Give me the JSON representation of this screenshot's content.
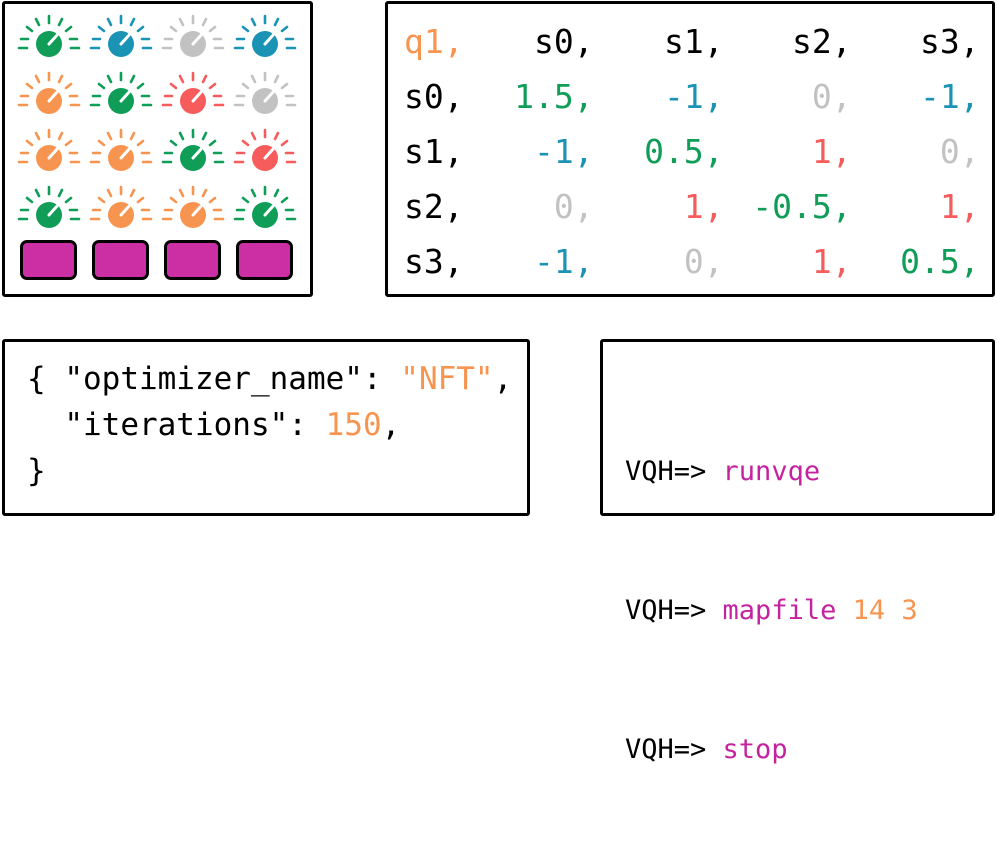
{
  "colors": {
    "green": "#0f9d58",
    "blue": "#1a93b5",
    "gray": "#c2c2c2",
    "orange": "#f7944f",
    "red": "#f65c5c",
    "magenta": "#c4239f",
    "pad": "#cc2ea4",
    "ink": "#000000"
  },
  "knobs": [
    [
      "green",
      "blue",
      "gray",
      "blue"
    ],
    [
      "orange",
      "green",
      "red",
      "gray"
    ],
    [
      "orange",
      "orange",
      "green",
      "red"
    ],
    [
      "green",
      "orange",
      "orange",
      "green"
    ]
  ],
  "pads": [
    "pad-1",
    "pad-2",
    "pad-3",
    "pad-4"
  ],
  "matrix": {
    "header": [
      "q1,",
      "s0,",
      "s1,",
      "s2,",
      "s3,"
    ],
    "rows": [
      {
        "label": "s0,",
        "cells": [
          {
            "v": "1.5,",
            "c": "green"
          },
          {
            "v": "-1,",
            "c": "blue"
          },
          {
            "v": "0,",
            "c": "gray"
          },
          {
            "v": "-1,",
            "c": "blue"
          }
        ]
      },
      {
        "label": "s1,",
        "cells": [
          {
            "v": "-1,",
            "c": "blue"
          },
          {
            "v": "0.5,",
            "c": "green"
          },
          {
            "v": "1,",
            "c": "red"
          },
          {
            "v": "0,",
            "c": "gray"
          }
        ]
      },
      {
        "label": "s2,",
        "cells": [
          {
            "v": "0,",
            "c": "gray"
          },
          {
            "v": "1,",
            "c": "red"
          },
          {
            "v": "-0.5,",
            "c": "green"
          },
          {
            "v": "1,",
            "c": "red"
          }
        ]
      },
      {
        "label": "s3,",
        "cells": [
          {
            "v": "-1,",
            "c": "blue"
          },
          {
            "v": "0,",
            "c": "gray"
          },
          {
            "v": "1,",
            "c": "red"
          },
          {
            "v": "0.5,",
            "c": "green"
          }
        ]
      }
    ]
  },
  "json_config": {
    "open_brace": "{ ",
    "key1": "\"optimizer_name\"",
    "sep1": ": ",
    "val1": "\"NFT\"",
    "comma1": ",",
    "indent": "  ",
    "key2": "\"iterations\"",
    "sep2": ": ",
    "val2": "150",
    "comma2": ",",
    "close_brace": "}"
  },
  "console": {
    "prompt": "VQH=> ",
    "lines": [
      {
        "cmd": "runvqe",
        "args": ""
      },
      {
        "cmd": "mapfile",
        "args": "14 3"
      },
      {
        "cmd": "stop",
        "args": ""
      }
    ]
  }
}
